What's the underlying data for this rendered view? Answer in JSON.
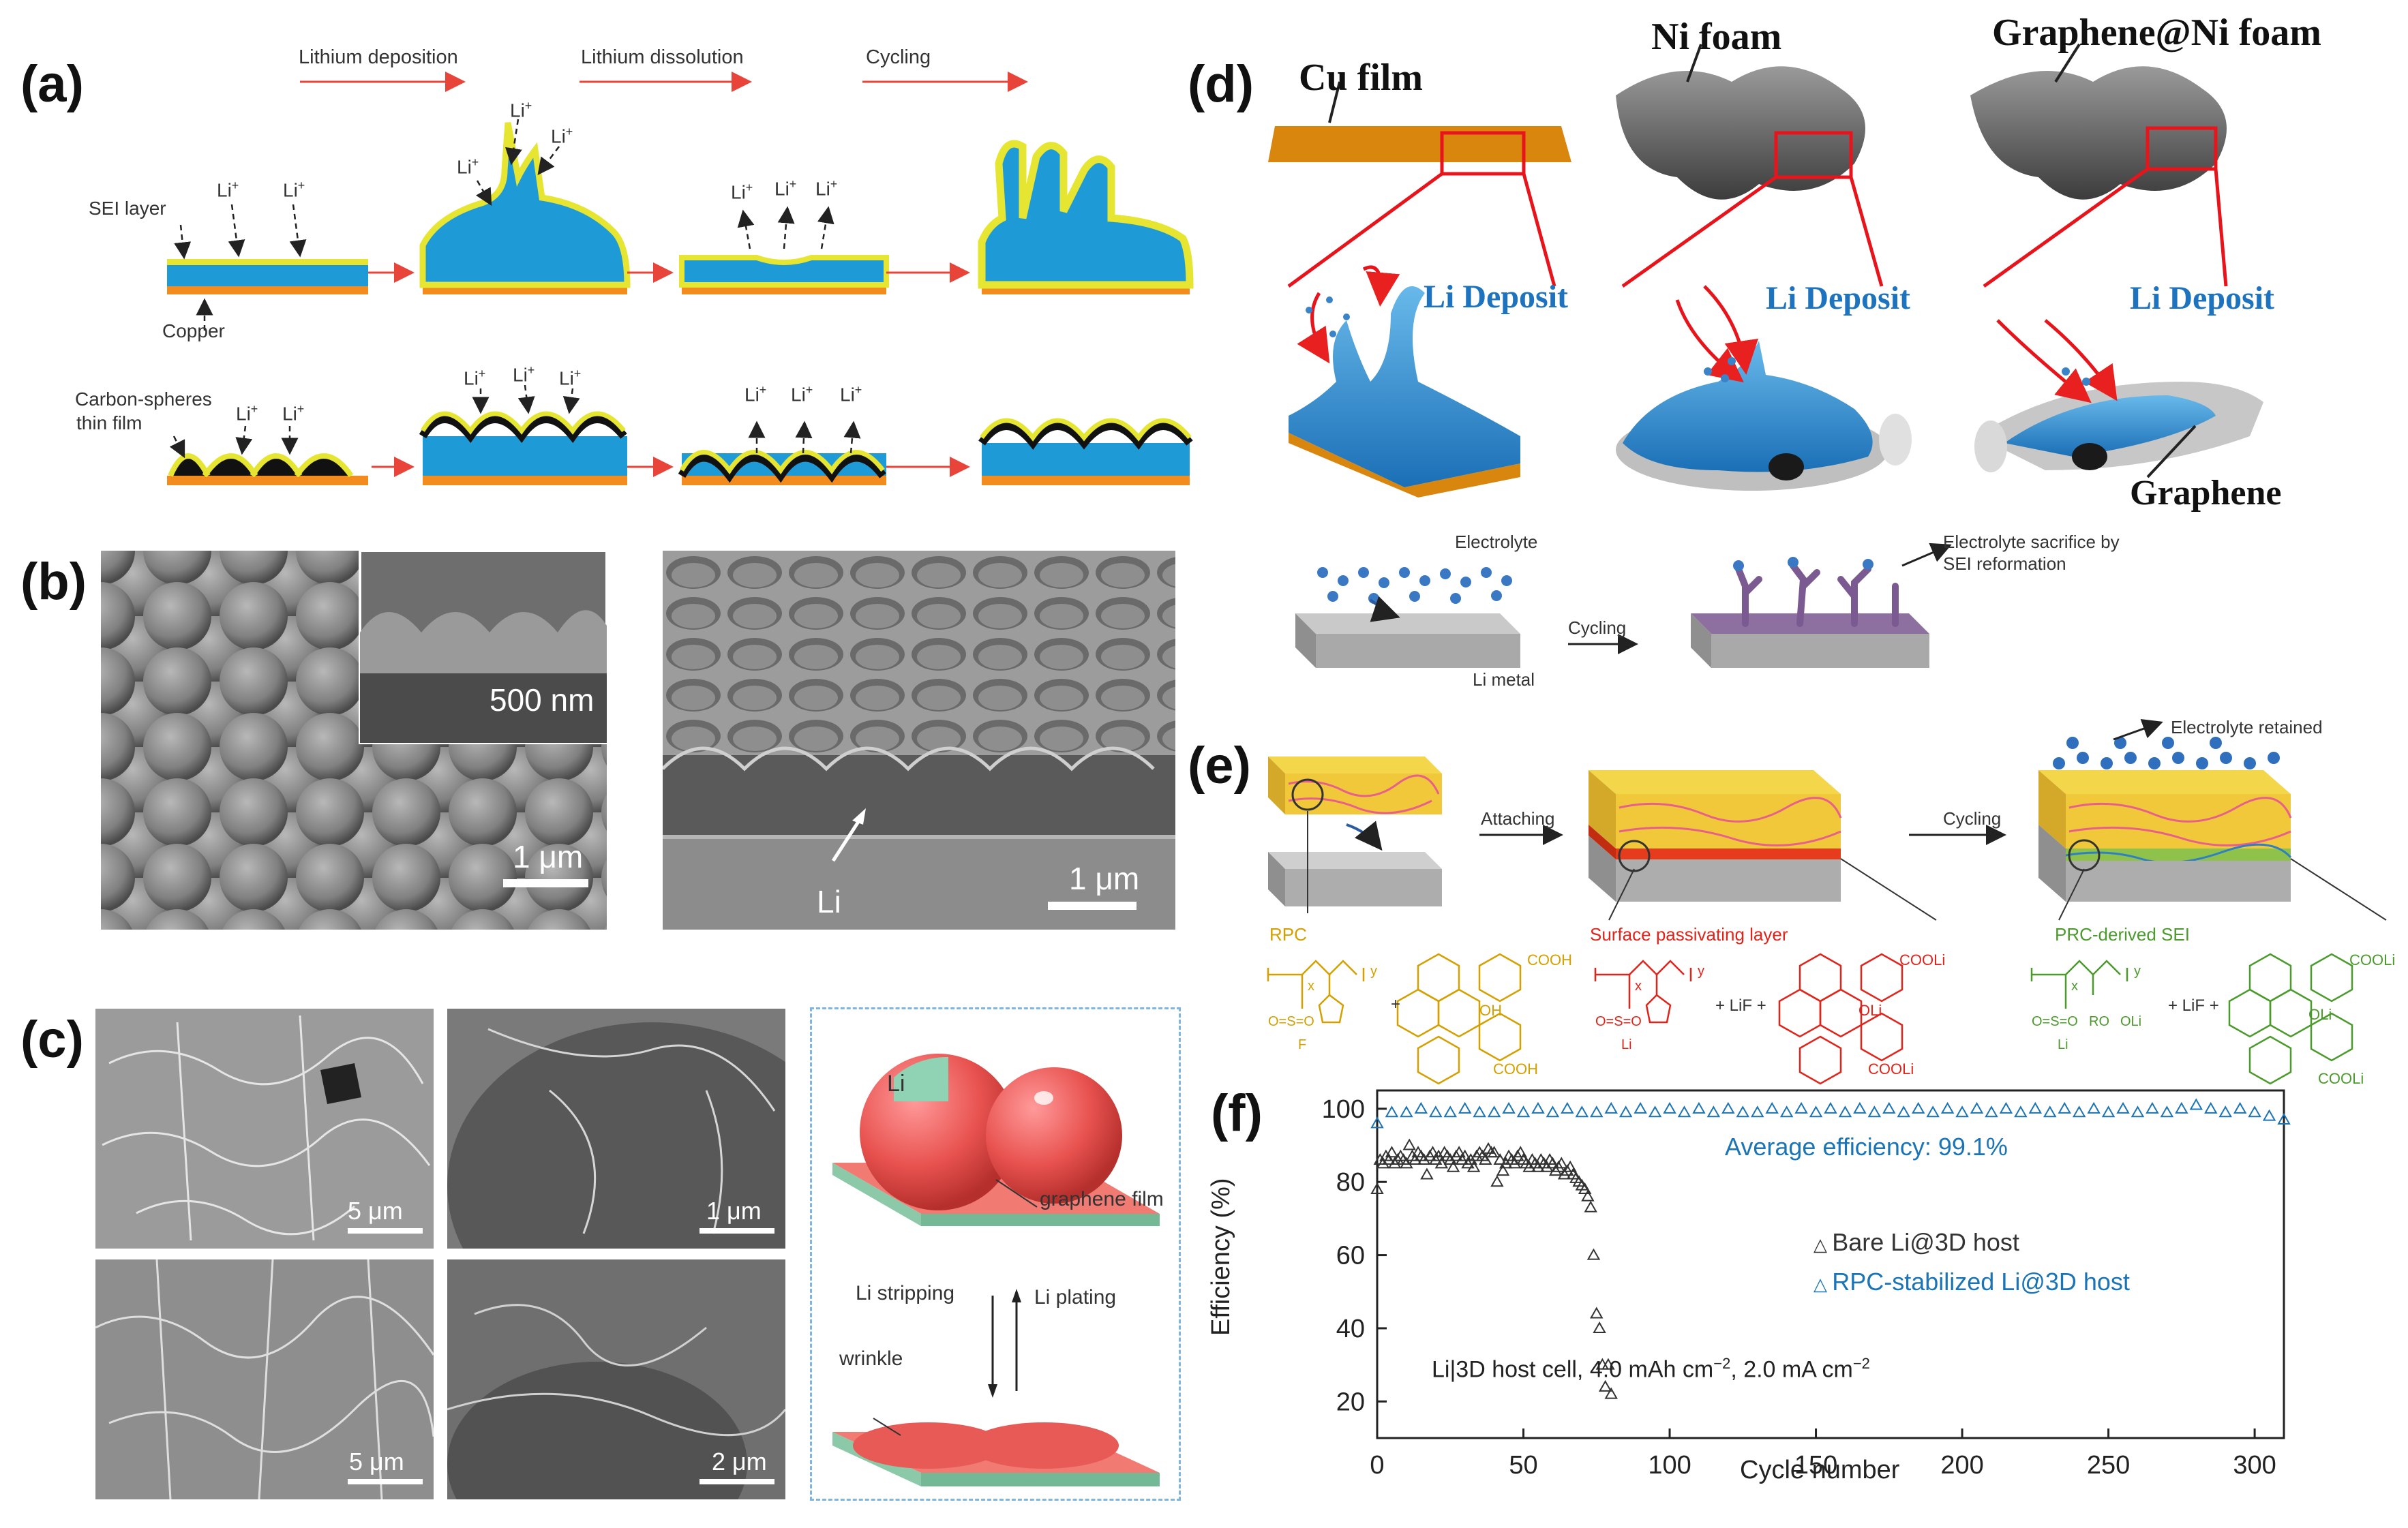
{
  "panels": {
    "a": {
      "label": "(a)",
      "steps": [
        "Lithium deposition",
        "Lithium dissolution",
        "Cycling"
      ],
      "labels": {
        "sei": "SEI layer",
        "copper": "Copper",
        "carbon_line1": "Carbon-spheres",
        "carbon_line2": "thin film"
      },
      "ion": "Li",
      "ion_sup": "+"
    },
    "b": {
      "label": "(b)",
      "scale_inset": "500 nm",
      "scale_left": "1 μm",
      "scale_right": "1 μm",
      "li_label": "Li"
    },
    "c": {
      "label": "(c)",
      "scales": [
        "5 μm",
        "1 μm",
        "5 μm",
        "2 μm"
      ],
      "schematic": {
        "li": "Li",
        "graphene_film": "graphene film",
        "li_stripping": "Li stripping",
        "li_plating": "Li plating",
        "wrinkle": "wrinkle"
      }
    },
    "d": {
      "label": "(d)",
      "titles": [
        "Cu film",
        "Ni foam",
        "Graphene@Ni foam"
      ],
      "deposit": "Li Deposit",
      "graphene": "Graphene"
    },
    "e": {
      "label": "(e)",
      "top": {
        "electrolyte": "Electrolyte",
        "cycling": "Cycling",
        "li_metal": "Li metal",
        "sacrifice_line1": "Electrolyte sacrifice by",
        "sacrifice_line2": "SEI reformation"
      },
      "bottom": {
        "attaching": "Attaching",
        "cycling": "Cycling",
        "retained": "Electrolyte retained",
        "rpc": "RPC",
        "passivating": "Surface passivating layer",
        "prc_sei": "PRC-derived SEI"
      },
      "chem": {
        "x": "x",
        "y": "y",
        "plus": "+",
        "lif": "+ LiF +",
        "cooh": "COOH",
        "cooli": "COOLi",
        "oh": "OH",
        "oli": "OLi",
        "li": "Li",
        "f": "F",
        "ro": "RO",
        "o": "O",
        "s_f": "O=S=O",
        "s_li": "O=S=O"
      }
    },
    "f": {
      "label": "(f)"
    }
  },
  "colors": {
    "blue": "#1E9BD7",
    "yellow": "#E5E532",
    "orange": "#F28C1E",
    "red_arrow": "#E8443A",
    "sem_gray": "#7a7a7a",
    "series_blue": "#1a74b5",
    "series_gray": "#333333",
    "dep_blue": "#1E73BE"
  },
  "chart_data": {
    "type": "scatter",
    "title": "",
    "xlabel": "Cycle number",
    "ylabel": "Efficiency (%)",
    "xlim": [
      0,
      310
    ],
    "ylim": [
      10,
      105
    ],
    "xticks": [
      "0",
      "50",
      "100",
      "150",
      "200",
      "250",
      "300"
    ],
    "yticks": [
      "20",
      "40",
      "60",
      "80",
      "100"
    ],
    "annotation": "Average efficiency: 99.1%",
    "condition": "Li|3D host cell, 4.0 mAh cm",
    "condition_sup": "−2",
    "condition_mid": ", 2.0 mA cm",
    "condition_sup2": "−2",
    "series": [
      {
        "name": "Bare Li@3D host",
        "marker": "triangle",
        "color": "#333333",
        "x": [
          0,
          1,
          2,
          3,
          4,
          5,
          6,
          7,
          8,
          9,
          10,
          11,
          12,
          13,
          14,
          15,
          16,
          17,
          18,
          19,
          20,
          21,
          22,
          23,
          24,
          25,
          26,
          27,
          28,
          29,
          30,
          31,
          32,
          33,
          34,
          35,
          36,
          37,
          38,
          39,
          40,
          41,
          42,
          43,
          44,
          45,
          46,
          47,
          48,
          49,
          50,
          51,
          52,
          53,
          54,
          55,
          56,
          57,
          58,
          59,
          60,
          61,
          62,
          63,
          64,
          65,
          66,
          67,
          68,
          69,
          70,
          71,
          72,
          73,
          74,
          75,
          76,
          77,
          78,
          79,
          80
        ],
        "y": [
          78,
          86,
          85,
          87,
          86,
          88,
          85,
          86,
          87,
          86,
          85,
          90,
          87,
          86,
          88,
          87,
          86,
          82,
          87,
          88,
          86,
          87,
          85,
          88,
          87,
          86,
          84,
          87,
          88,
          86,
          87,
          85,
          86,
          84,
          87,
          88,
          87,
          86,
          89,
          88,
          88,
          80,
          86,
          83,
          85,
          87,
          86,
          85,
          87,
          88,
          86,
          85,
          84,
          86,
          85,
          84,
          86,
          85,
          84,
          86,
          85,
          83,
          84,
          85,
          82,
          83,
          84,
          82,
          81,
          80,
          79,
          78,
          76,
          73,
          60,
          44,
          40,
          30,
          24,
          30,
          22
        ]
      },
      {
        "name": "RPC-stabilized Li@3D host",
        "marker": "triangle",
        "color": "#1a74b5",
        "x": [
          0,
          5,
          10,
          15,
          20,
          25,
          30,
          35,
          40,
          45,
          50,
          55,
          60,
          65,
          70,
          75,
          80,
          85,
          90,
          95,
          100,
          105,
          110,
          115,
          120,
          125,
          130,
          135,
          140,
          145,
          150,
          155,
          160,
          165,
          170,
          175,
          180,
          185,
          190,
          195,
          200,
          205,
          210,
          215,
          220,
          225,
          230,
          235,
          240,
          245,
          250,
          255,
          260,
          265,
          270,
          275,
          280,
          285,
          290,
          295,
          300,
          305,
          310
        ],
        "y": [
          96,
          99,
          99,
          100,
          99,
          99,
          100,
          99,
          99,
          100,
          99,
          100,
          99,
          100,
          99,
          99,
          100,
          99,
          100,
          99,
          100,
          99,
          100,
          99,
          100,
          99,
          99,
          100,
          99,
          100,
          99,
          100,
          99,
          100,
          99,
          100,
          99,
          100,
          99,
          100,
          99,
          100,
          99,
          100,
          99,
          100,
          99,
          100,
          99,
          100,
          99,
          100,
          99,
          100,
          99,
          100,
          101,
          100,
          99,
          100,
          99,
          98,
          97
        ]
      }
    ]
  }
}
